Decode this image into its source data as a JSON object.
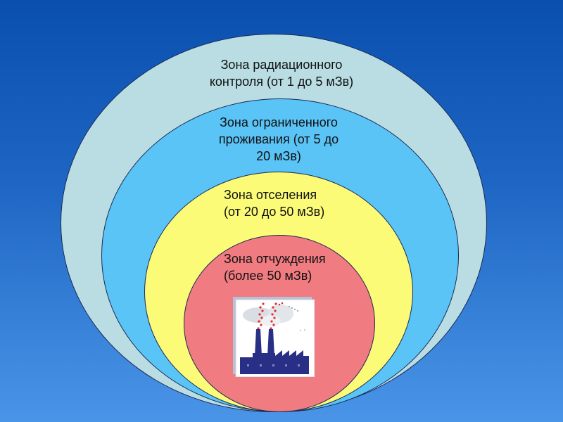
{
  "zones": {
    "control": {
      "line1": "Зона радиационного",
      "line2": "контроля (от 1 до 5 мЗв)",
      "color": "#b9dde3"
    },
    "restricted": {
      "line1": "Зона ограниченного",
      "line2": "проживания  (от 5 до",
      "line3": "20 мЗв)",
      "color": "#5ac4f7"
    },
    "resettlement": {
      "line1": "Зона отселения",
      "line2": "(от 20 до 50 мЗв)",
      "color": "#fbfb78"
    },
    "exclusion": {
      "line1": "Зона отчуждения",
      "line2": "(более 50 мЗв)",
      "color": "#f07b80"
    }
  },
  "factory_icon": "nuclear-plant-icon",
  "background_color": "#1f67c4"
}
